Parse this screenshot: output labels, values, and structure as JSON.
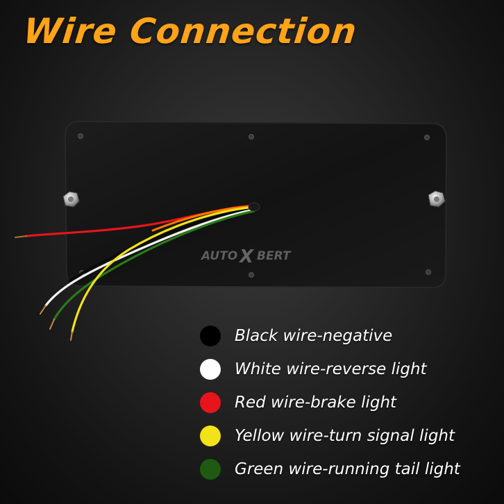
{
  "title": "Wire Connection",
  "watermark": {
    "left": "AUTO",
    "mark": "X",
    "right": "BERT"
  },
  "legend": [
    {
      "label": "Black wire-negative",
      "color": "#000000"
    },
    {
      "label": "White wire-reverse light",
      "color": "#ffffff"
    },
    {
      "label": "Red wire-brake light",
      "color": "#e8141c"
    },
    {
      "label": "Yellow wire-turn signal light",
      "color": "#f2e219"
    },
    {
      "label": "Green wire-running tail light",
      "color": "#1f5a12"
    }
  ],
  "colors": {
    "title": "#ffa319",
    "panel": "#151515"
  }
}
